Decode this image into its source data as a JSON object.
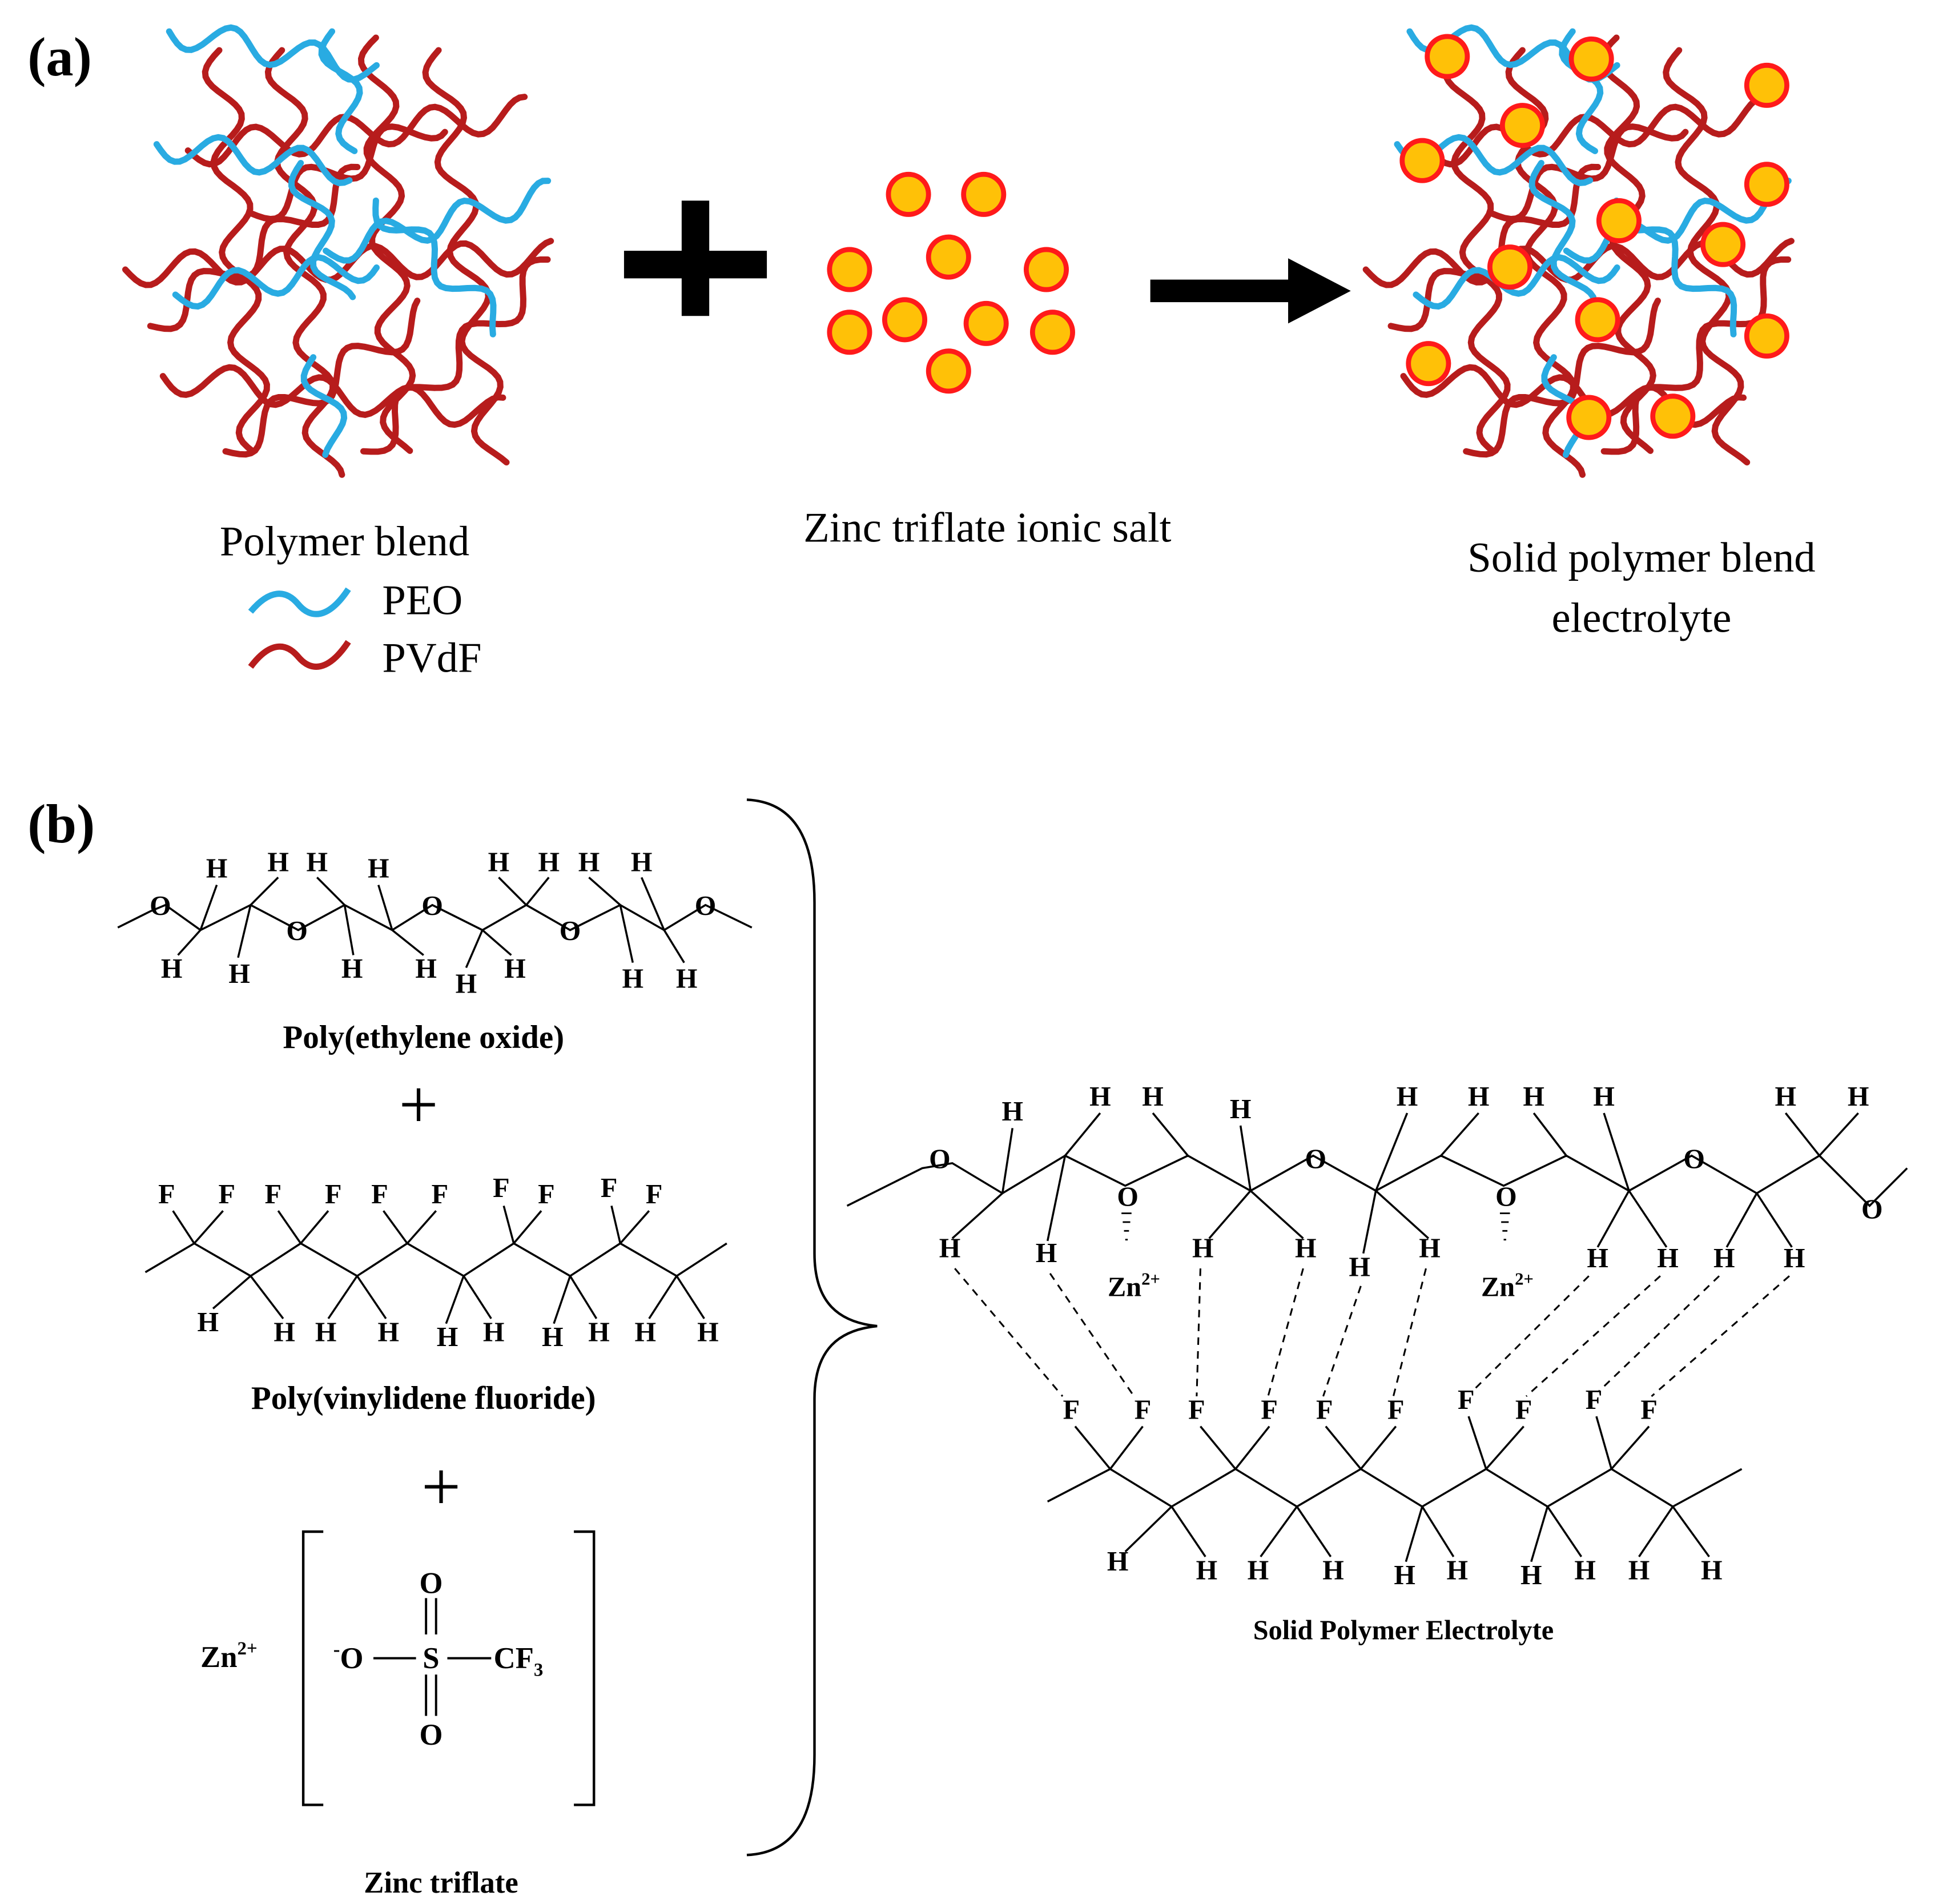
{
  "panel_a": {
    "label": "(a)",
    "blend_caption": "Polymer blend",
    "legend": [
      {
        "label": "PEO",
        "color": "#29abe2"
      },
      {
        "label": "PVdF",
        "color": "#b71c1c"
      }
    ],
    "salt_caption": "Zinc triflate ionic salt",
    "product_caption_line1": "Solid polymer blend",
    "product_caption_line2": "electrolyte",
    "ion_fill": "#ffc107",
    "ion_stroke": "#ff1a1a"
  },
  "panel_b": {
    "label": "(b)",
    "peo_name": "Poly(ethylene oxide)",
    "pvdf_name": "Poly(vinylidene fluoride)",
    "salt_name": "Zinc triflate",
    "product_name": "Solid Polymer Electrolyte",
    "plus": "+",
    "atoms": {
      "H": "H",
      "O": "O",
      "F": "F",
      "S": "S",
      "zinc": "Zn",
      "zinc_charge": "2+",
      "anion_charge": "-",
      "cf": "CF",
      "cf_sub": "3"
    }
  }
}
